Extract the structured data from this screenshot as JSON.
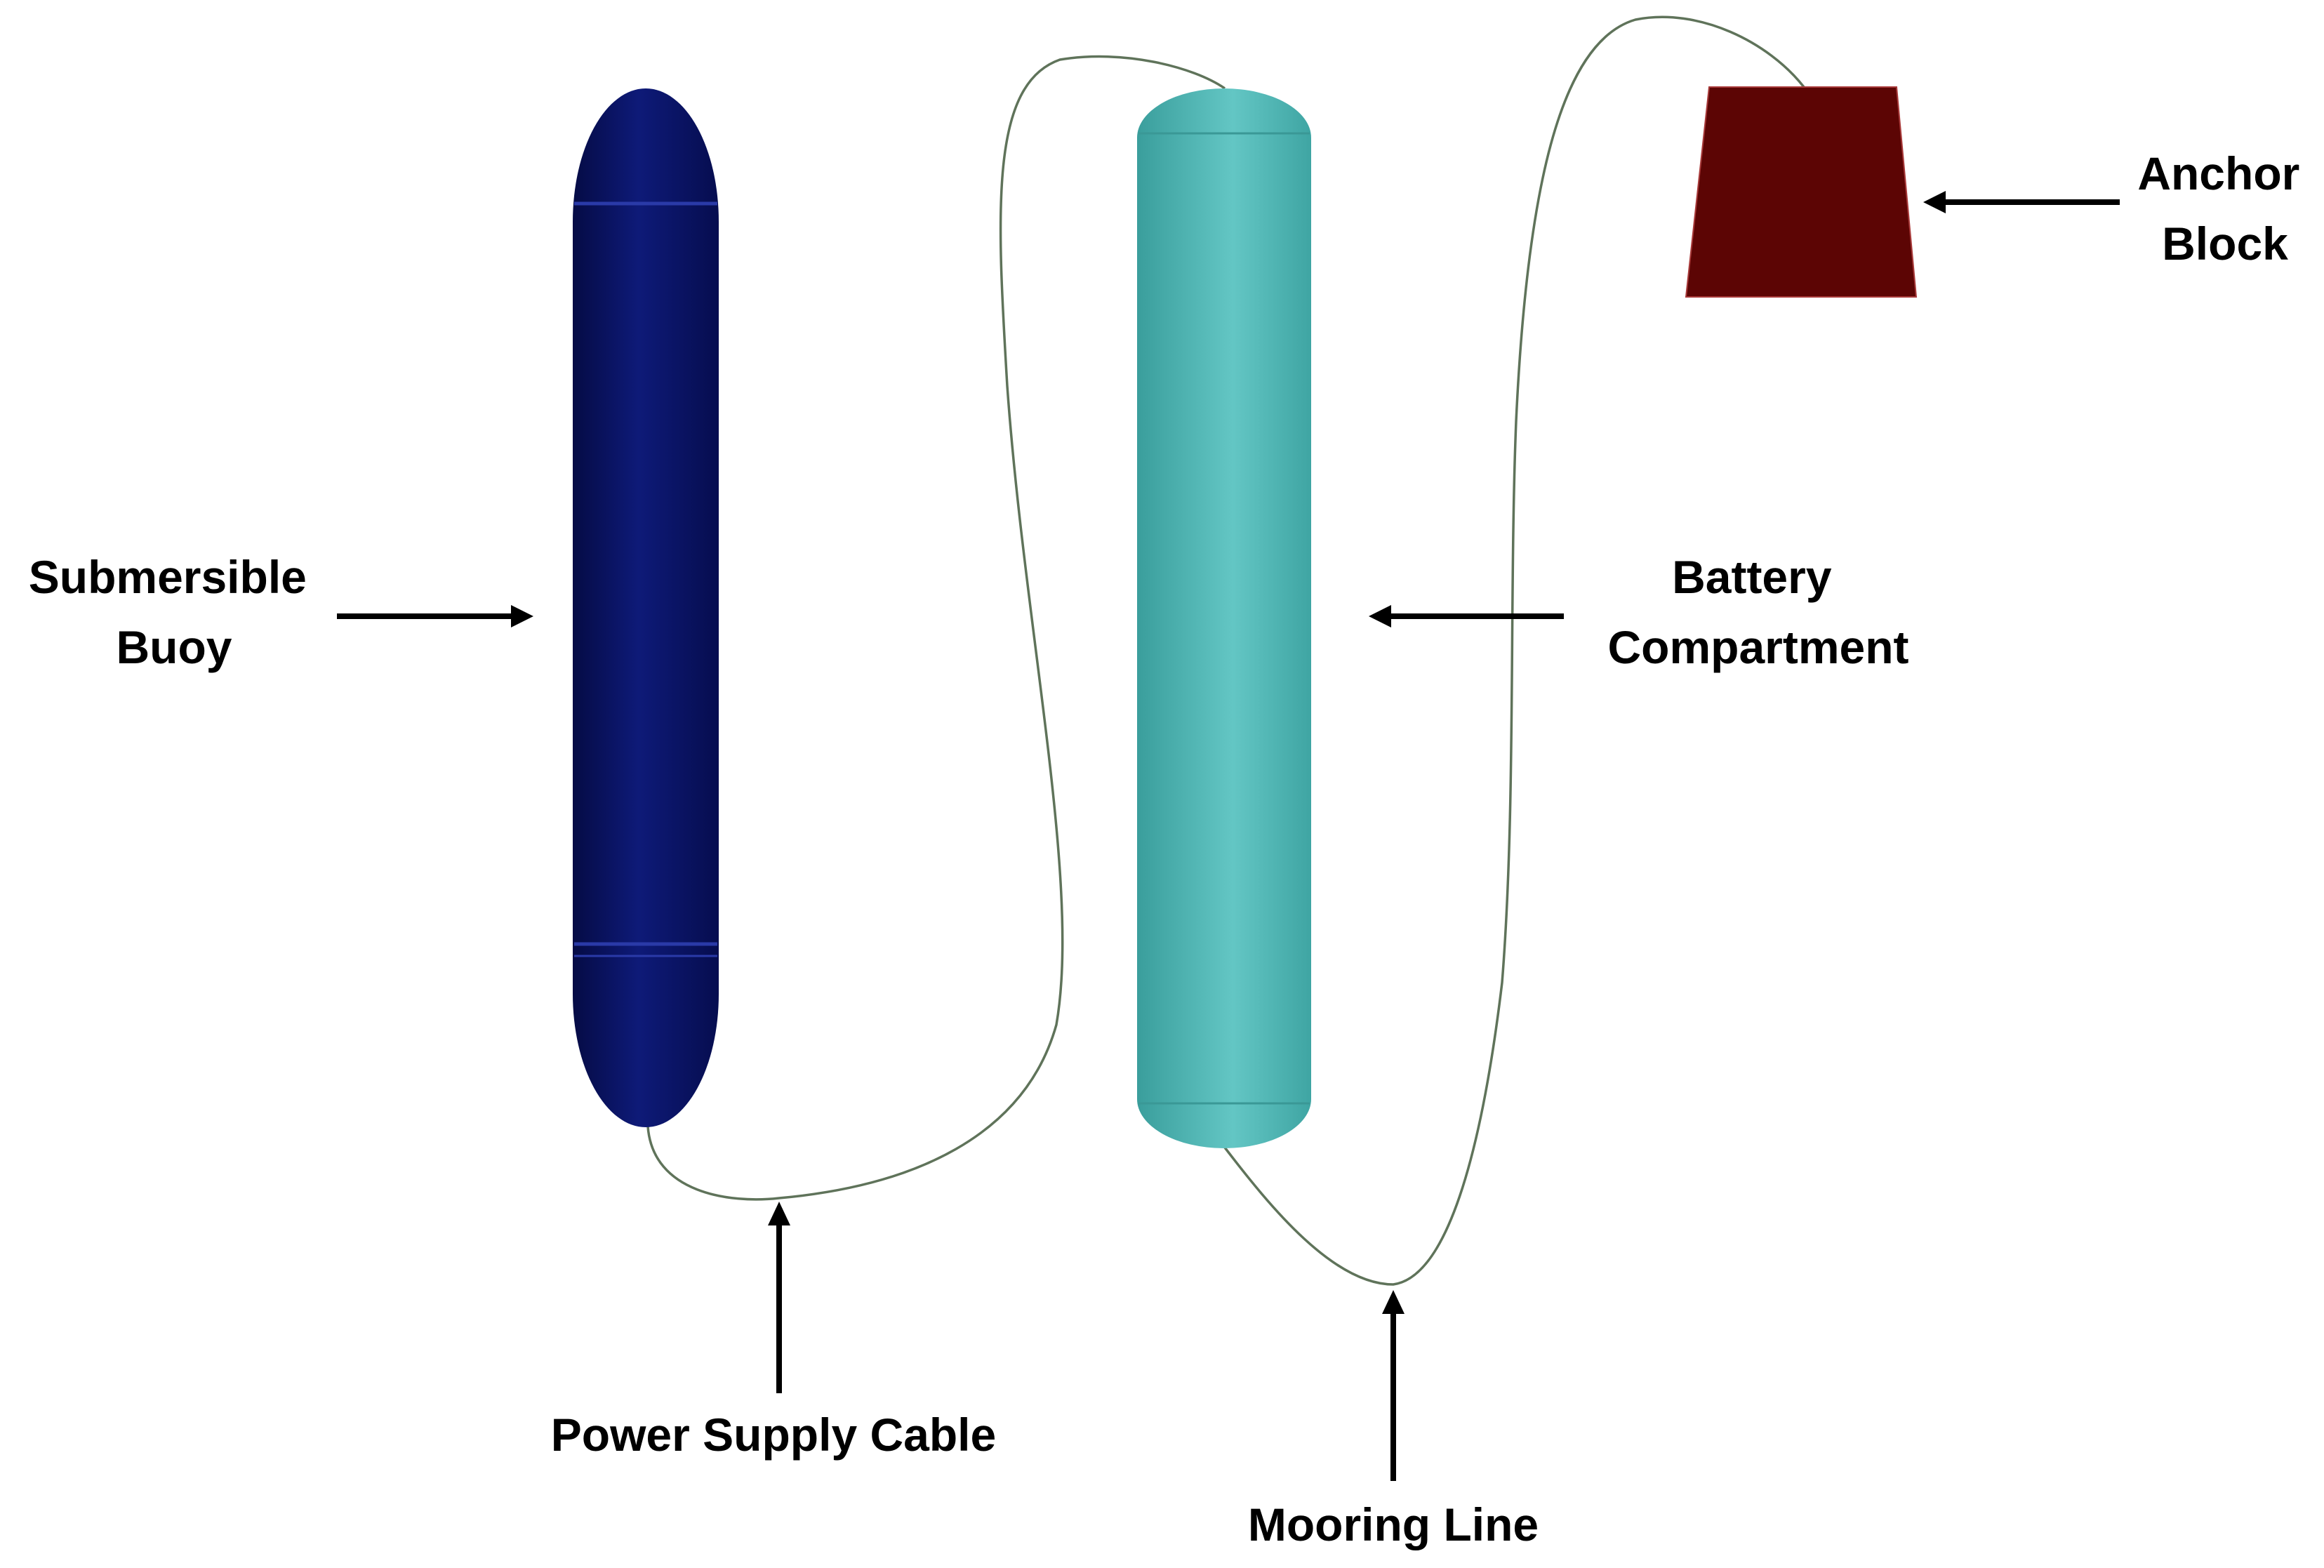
{
  "labels": {
    "submersible_buoy": [
      "Submersible",
      "Buoy"
    ],
    "battery_compartment": [
      "Battery",
      "Compartment"
    ],
    "anchor_block": [
      "Anchor",
      "Block"
    ],
    "power_supply_cable": "Power Supply Cable",
    "mooring_line": "Mooring Line"
  },
  "colors": {
    "buoy": "#0a1463",
    "battery": "#4fb8b6",
    "anchor": "#5c0504",
    "cable": "#5f735a",
    "arrow": "#000000"
  }
}
